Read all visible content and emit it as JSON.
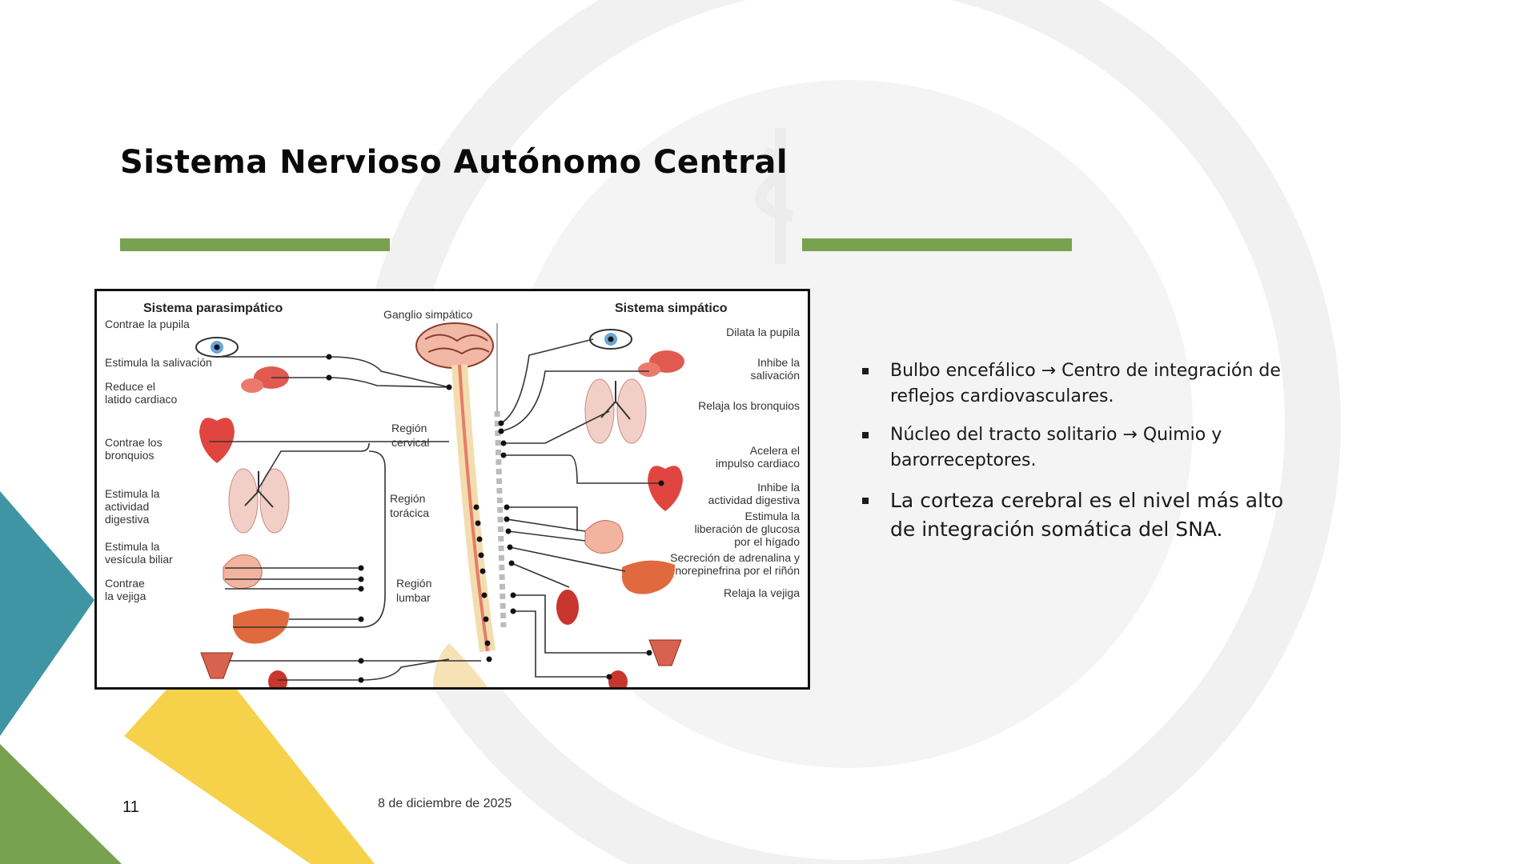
{
  "slide": {
    "title": "Sistema Nervioso Autónomo Central",
    "page_number": "11",
    "date": "8 de diciembre de 2025"
  },
  "diagram": {
    "left_header": "Sistema parasimpático",
    "right_header": "Sistema simpático",
    "center_label": "Ganglio simpático",
    "regions": [
      "Región",
      "cervical",
      "Región",
      "torácica",
      "Región",
      "lumbar"
    ],
    "parasympathetic": [
      [
        "Contrae la pupila"
      ],
      [
        "Estimula la salivación"
      ],
      [
        "Reduce el",
        "latido cardiaco"
      ],
      [
        "Contrae los",
        "bronquios"
      ],
      [
        "Estimula la",
        "actividad",
        "digestiva"
      ],
      [
        "Estimula la",
        "vesícula biliar"
      ],
      [
        "Contrae",
        "la vejiga"
      ]
    ],
    "sympathetic": [
      [
        "Dilata la pupila"
      ],
      [
        "Inhibe la",
        "salivación"
      ],
      [
        "Relaja los bronquios"
      ],
      [
        "Acelera el",
        "impulso cardiaco"
      ],
      [
        "Inhibe la",
        "actividad digestiva"
      ],
      [
        "Estimula la",
        "liberación de glucosa",
        "por el hígado"
      ],
      [
        "Secreción de adrenalina y",
        "norepinefrina por el riñón"
      ],
      [
        "Relaja la vejiga"
      ]
    ]
  },
  "bullets": [
    "Bulbo encefálico → Centro de integración de reflejos cardiovasculares.",
    "Núcleo del tracto solitario → Quimio y barorreceptores.",
    "La corteza cerebral es el nivel más alto de integración somática del SNA."
  ],
  "colors": {
    "accent_green": "#78a24f",
    "teal": "#3f95a4",
    "yellow": "#f5d24a",
    "organ_red": "#e0463f"
  }
}
